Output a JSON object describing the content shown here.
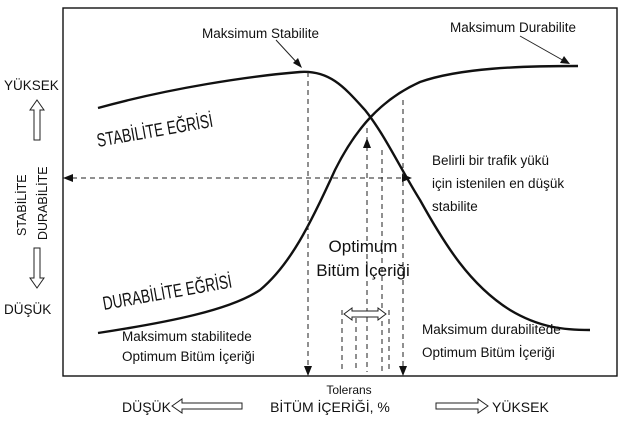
{
  "labels": {
    "max_stability": "Maksimum Stabilite",
    "max_durability": "Maksimum Durabilite",
    "stability_curve": "STABİLİTE EĞRİSİ",
    "durability_curve": "DURABİLİTE EĞRİSİ",
    "min_stability_line1": "Belirli bir trafik yükü",
    "min_stability_line2": "için istenilen  en düşük",
    "min_stability_line3": "stabilite",
    "optimum_line1": "Optimum",
    "optimum_line2": "Bitüm İçeriği",
    "optimum_at_stab_line1": "Maksimum stabilitede",
    "optimum_at_stab_line2": "Optimum Bitüm İçeriği",
    "optimum_at_dur_line1": "Maksimum durabilitede",
    "optimum_at_dur_line2": "Optimum Bitüm İçeriği",
    "tolerance": "Tolerans",
    "x_axis": "BİTÜM İÇERİĞİ, %",
    "y_axis_stability": "STABİLİTE",
    "y_axis_durability": "DURABİLİTE",
    "high_y": "YÜKSEK",
    "low_y": "DÜŞÜK",
    "low_x": "DÜŞÜK",
    "high_x": "YÜKSEK"
  },
  "colors": {
    "ink": "#111111",
    "background": "#ffffff"
  }
}
